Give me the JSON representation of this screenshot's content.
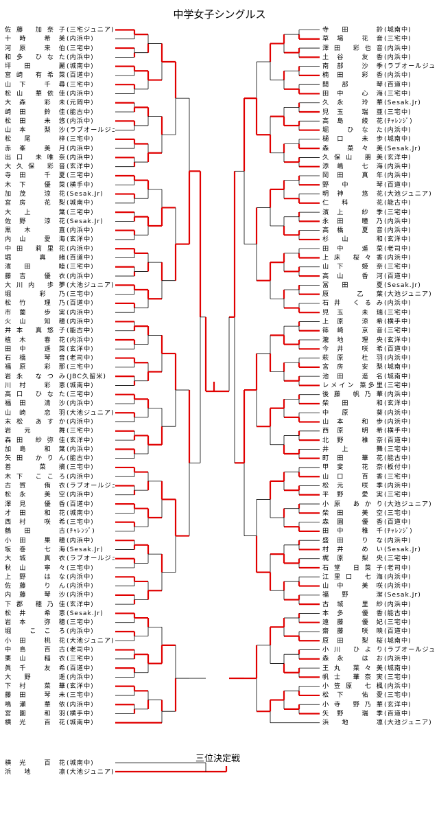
{
  "title": "中学女子シングルス",
  "bronze_label": "三位決定戦",
  "colors": {
    "winner_line": "#e00000",
    "bracket_line": "#000000"
  },
  "left_players": [
    {
      "name": "佐藤 加奈子",
      "team": "(三宅ジュニア)"
    },
    {
      "name": "十時 希美",
      "team": "(内浜中)"
    },
    {
      "name": "河原 来伯",
      "team": "(三宅中)"
    },
    {
      "name": "和多 ひなた",
      "team": "(内浜中)"
    },
    {
      "name": "坪田 麗",
      "team": "(城南中)"
    },
    {
      "name": "宮崎 有希菜",
      "team": "(百道中)"
    },
    {
      "name": "山下 千尋",
      "team": "(三宅中)"
    },
    {
      "name": "松山 華依佳",
      "team": "(内浜中)"
    },
    {
      "name": "大森 彩未",
      "team": "(元岡中)"
    },
    {
      "name": "崎田 鈴佳",
      "team": "(能古中)"
    },
    {
      "name": "松田 未悠",
      "team": "(内浜中)"
    },
    {
      "name": "山本 梨沙",
      "team": "(ラブオールジュニア)"
    },
    {
      "name": "松尾 梓",
      "team": "(三宅中)"
    },
    {
      "name": "赤峯 美月",
      "team": "(内浜中)"
    },
    {
      "name": "出口 未唯奈",
      "team": "(内浜中)"
    },
    {
      "name": "大久保 彩音",
      "team": "(玄洋中)"
    },
    {
      "name": "寺田 千夏",
      "team": "(三宅中)"
    },
    {
      "name": "木下 優菜",
      "team": "(横手中)"
    },
    {
      "name": "加茂 涼花",
      "team": "(Sesak.Jr)"
    },
    {
      "name": "宮房 花梨",
      "team": "(城南中)"
    },
    {
      "name": "大上 葉",
      "team": "(三宅中)"
    },
    {
      "name": "佐野 涼花",
      "team": "(Sesak.Jr)"
    },
    {
      "name": "黒木 直",
      "team": "(内浜中)"
    },
    {
      "name": "内山 愛海",
      "team": "(玄洋中)"
    },
    {
      "name": "中田 莉里花",
      "team": "(内浜中)"
    },
    {
      "name": "堀 真緒",
      "team": "(百道中)"
    },
    {
      "name": "濱田 睦",
      "team": "(三宅中)"
    },
    {
      "name": "藤吉 優衣",
      "team": "(内浜中)"
    },
    {
      "name": "大川内 歩夢",
      "team": "(大池ジュニア)"
    },
    {
      "name": "堀 彩乃",
      "team": "(三宅中)"
    },
    {
      "name": "松竹 理乃",
      "team": "(百道中)"
    },
    {
      "name": "市薗 歩実",
      "team": "(内浜中)"
    },
    {
      "name": "火山 知穂",
      "team": "(内浜中)"
    },
    {
      "name": "井本 真悠子",
      "team": "(能古中)"
    },
    {
      "name": "植木 春花",
      "team": "(内浜中)"
    },
    {
      "name": "田中 遥菜",
      "team": "(玄洋中)"
    },
    {
      "name": "石橋 琴音",
      "team": "(老司中)"
    },
    {
      "name": "福原 彩那",
      "team": "(三宅中)"
    },
    {
      "name": "岩永 なつみ",
      "team": "(JBC久留米)"
    },
    {
      "name": "川村 彩恵",
      "team": "(城南中)"
    },
    {
      "name": "高口 ひなた",
      "team": "(三宅中)"
    },
    {
      "name": "福田 清沙",
      "team": "(内浜中)"
    },
    {
      "name": "山崎 恋羽",
      "team": "(大池ジュニア)"
    },
    {
      "name": "末松 あすか",
      "team": "(内浜中)"
    },
    {
      "name": "岩元 舞",
      "team": "(三宅中)"
    },
    {
      "name": "森田 紗弥佳",
      "team": "(玄洋中)"
    },
    {
      "name": "加島 和葉",
      "team": "(内浜中)"
    },
    {
      "name": "矢田 かりん",
      "team": "(能古中)"
    },
    {
      "name": "善 菜摘",
      "team": "(三宅中)"
    },
    {
      "name": "木下 こころ",
      "team": "(内浜中)"
    },
    {
      "name": "古賀 侑衣",
      "team": "(ラブオールジュニア)"
    },
    {
      "name": "松永 美空",
      "team": "(内浜中)"
    },
    {
      "name": "澤見 優香",
      "team": "(百道中)"
    },
    {
      "name": "才田 和花",
      "team": "(城南中)"
    },
    {
      "name": "西村 咲希",
      "team": "(三宅中)"
    },
    {
      "name": "鶴田 古",
      "team": "(ﾁｬﾚﾝｼﾞ)"
    },
    {
      "name": "小田 果穂",
      "team": "(内浜中)"
    },
    {
      "name": "坂巻 七海",
      "team": "(Sesak.Jr)"
    },
    {
      "name": "大城 真衣",
      "team": "(ラブオールジュニア)"
    },
    {
      "name": "秋山 寧々",
      "team": "(三宅中)"
    },
    {
      "name": "上野 はな",
      "team": "(内浜中)"
    },
    {
      "name": "佐藤 りん",
      "team": "(内浜中)"
    },
    {
      "name": "内藤 琴沙",
      "team": "(内浜中)"
    },
    {
      "name": "下郡 穂乃佳",
      "team": "(玄洋中)"
    },
    {
      "name": "松井 希恵",
      "team": "(Sesak.Jr)"
    },
    {
      "name": "岩本 弥穂",
      "team": "(三宅中)"
    },
    {
      "name": "堀 こころ",
      "team": "(内浜中)"
    },
    {
      "name": "小田 桃花",
      "team": "(大池ジュニア)"
    },
    {
      "name": "中島 百古",
      "team": "(老司中)"
    },
    {
      "name": "栗山 稲衣",
      "team": "(三宅中)"
    },
    {
      "name": "眞千 友希",
      "team": "(百道中)"
    },
    {
      "name": "大野 遥",
      "team": "(内浜中)"
    },
    {
      "name": "下村 菜華",
      "team": "(玄洋中)"
    },
    {
      "name": "藤田 琴未",
      "team": "(三宅中)"
    },
    {
      "name": "鳴瀬 華依",
      "team": "(内浜中)"
    },
    {
      "name": "宮園 和羽",
      "team": "(横手中)"
    },
    {
      "name": "横光 百花",
      "team": "(城南中)"
    }
  ],
  "right_players": [
    {
      "name": "寺田 鈴",
      "team": "(城南中)"
    },
    {
      "name": "草場 花音",
      "team": "(三宅中)"
    },
    {
      "name": "澤田 彩也音",
      "team": "(内浜中)"
    },
    {
      "name": "土谷 友香",
      "team": "(内浜中)"
    },
    {
      "name": "南部 沙季",
      "team": "(ラブオールジュニア)"
    },
    {
      "name": "楠田 彩香",
      "team": "(内浜中)"
    },
    {
      "name": "間部 琴",
      "team": "(百道中)"
    },
    {
      "name": "田中 心海",
      "team": "(三宅中)"
    },
    {
      "name": "久永 玲華",
      "team": "(Sesak.Jr)"
    },
    {
      "name": "児玉 瑞亜",
      "team": "(三宅中)"
    },
    {
      "name": "高島 綾花",
      "team": "(ﾁｬﾚﾝｼﾞ)"
    },
    {
      "name": "堀 ひなた",
      "team": "(内浜中)"
    },
    {
      "name": "樋口 未歩",
      "team": "(城南中)"
    },
    {
      "name": "森 菜々美",
      "team": "(Sesak.Jr)"
    },
    {
      "name": "久保山 朋美",
      "team": "(玄洋中)"
    },
    {
      "name": "添嶋 七海",
      "team": "(内浜中)"
    },
    {
      "name": "岡田 真年",
      "team": "(内浜中)"
    },
    {
      "name": "野中 琴",
      "team": "(百道中)"
    },
    {
      "name": "明神 悠花",
      "team": "(大池ジュニア)"
    },
    {
      "name": "仁科 花",
      "team": "(能古中)"
    },
    {
      "name": "濱上 紗季",
      "team": "(三宅中)"
    },
    {
      "name": "永田 瞳乃",
      "team": "(内浜中)"
    },
    {
      "name": "高橋 夏音",
      "team": "(内浜中)"
    },
    {
      "name": "杉山 和",
      "team": "(玄洋中)"
    },
    {
      "name": "田中 遥菜",
      "team": "(老司中)"
    },
    {
      "name": "上床 桜々香",
      "team": "(内浜中)"
    },
    {
      "name": "山下 姫奈",
      "team": "(三宅中)"
    },
    {
      "name": "高山 香河",
      "team": "(百道中)"
    },
    {
      "name": "冨田 夏",
      "team": "(Sesak.Jr)"
    },
    {
      "name": "原 乙葉",
      "team": "(大池ジュニア)"
    },
    {
      "name": "石井 くるみ",
      "team": "(内浜中)"
    },
    {
      "name": "児玉 未瑞",
      "team": "(三宅中)"
    },
    {
      "name": "上原 涼希",
      "team": "(横手中)"
    },
    {
      "name": "篠崎 京音",
      "team": "(三宅中)"
    },
    {
      "name": "瀧地 理央",
      "team": "(玄洋中)"
    },
    {
      "name": "今井 咲希",
      "team": "(百道中)"
    },
    {
      "name": "萩原 杜羽",
      "team": "(内浜中)"
    },
    {
      "name": "宮房 安梨",
      "team": "(城南中)"
    },
    {
      "name": "池田 遥名",
      "team": "(城南中)"
    },
    {
      "name": "レメイン 菜多里",
      "team": "(三宅中)"
    },
    {
      "name": "後藤 帆乃華",
      "team": "(内浜中)"
    },
    {
      "name": "柴田 和",
      "team": "(玄洋中)"
    },
    {
      "name": "中原 葵",
      "team": "(内浜中)"
    },
    {
      "name": "山本 和歩",
      "team": "(内浜中)"
    },
    {
      "name": "西原 明希",
      "team": "(横手中)"
    },
    {
      "name": "北野 稚奈",
      "team": "(百道中)"
    },
    {
      "name": "井上 舞",
      "team": "(三宅中)"
    },
    {
      "name": "町田 華花",
      "team": "(能古中)"
    },
    {
      "name": "甲斐 花奈",
      "team": "(板付中)"
    },
    {
      "name": "山口 百香",
      "team": "(三宅中)"
    },
    {
      "name": "松元 咲季",
      "team": "(内浜中)"
    },
    {
      "name": "平野 愛実",
      "team": "(三宅中)"
    },
    {
      "name": "小原 あかり",
      "team": "(大池ジュニア)"
    },
    {
      "name": "柴田 美空",
      "team": "(三宅中)"
    },
    {
      "name": "森園 優香",
      "team": "(百道中)"
    },
    {
      "name": "田中 稚千",
      "team": "(ﾁｬﾚﾝｼﾞ)"
    },
    {
      "name": "盛田 りな",
      "team": "(内浜中)"
    },
    {
      "name": "村井 めい",
      "team": "(Sesak.Jr)"
    },
    {
      "name": "梶原 梨央",
      "team": "(三宅中)"
    },
    {
      "name": "石堂 日菜子",
      "team": "(老司中)"
    },
    {
      "name": "江里口 七海",
      "team": "(内浜中)"
    },
    {
      "name": "山中 美咲",
      "team": "(内浜中)"
    },
    {
      "name": "福野 潔",
      "team": "(Sesak.Jr)"
    },
    {
      "name": "古城 里紗",
      "team": "(内浜中)"
    },
    {
      "name": "本多 優香",
      "team": "(能古中)"
    },
    {
      "name": "遠藤 優妃",
      "team": "(三宅中)"
    },
    {
      "name": "齋藤 咲映",
      "team": "(百道中)"
    },
    {
      "name": "原田 梨桜",
      "team": "(城南中)"
    },
    {
      "name": "小川 ひより",
      "team": "(ラブオールジュニア)"
    },
    {
      "name": "森永 はお",
      "team": "(内浜中)"
    },
    {
      "name": "王丸 菜々美",
      "team": "(城南中)"
    },
    {
      "name": "帆士 華奈実",
      "team": "(三宅中)"
    },
    {
      "name": "小笠原 七楓",
      "team": "(内浜中)"
    },
    {
      "name": "松下 佑愛",
      "team": "(三宅中)"
    },
    {
      "name": "小寺 野乃華",
      "team": "(玄洋中)"
    },
    {
      "name": "矢野 瑞季",
      "team": "(百道中)"
    },
    {
      "name": "浜地 凛",
      "team": "(大池ジュニア)"
    }
  ],
  "bronze_players": [
    {
      "name": "横光 百花",
      "team": "(城南中)"
    },
    {
      "name": "浜地 凛",
      "team": "(大池ジュニア)"
    }
  ]
}
